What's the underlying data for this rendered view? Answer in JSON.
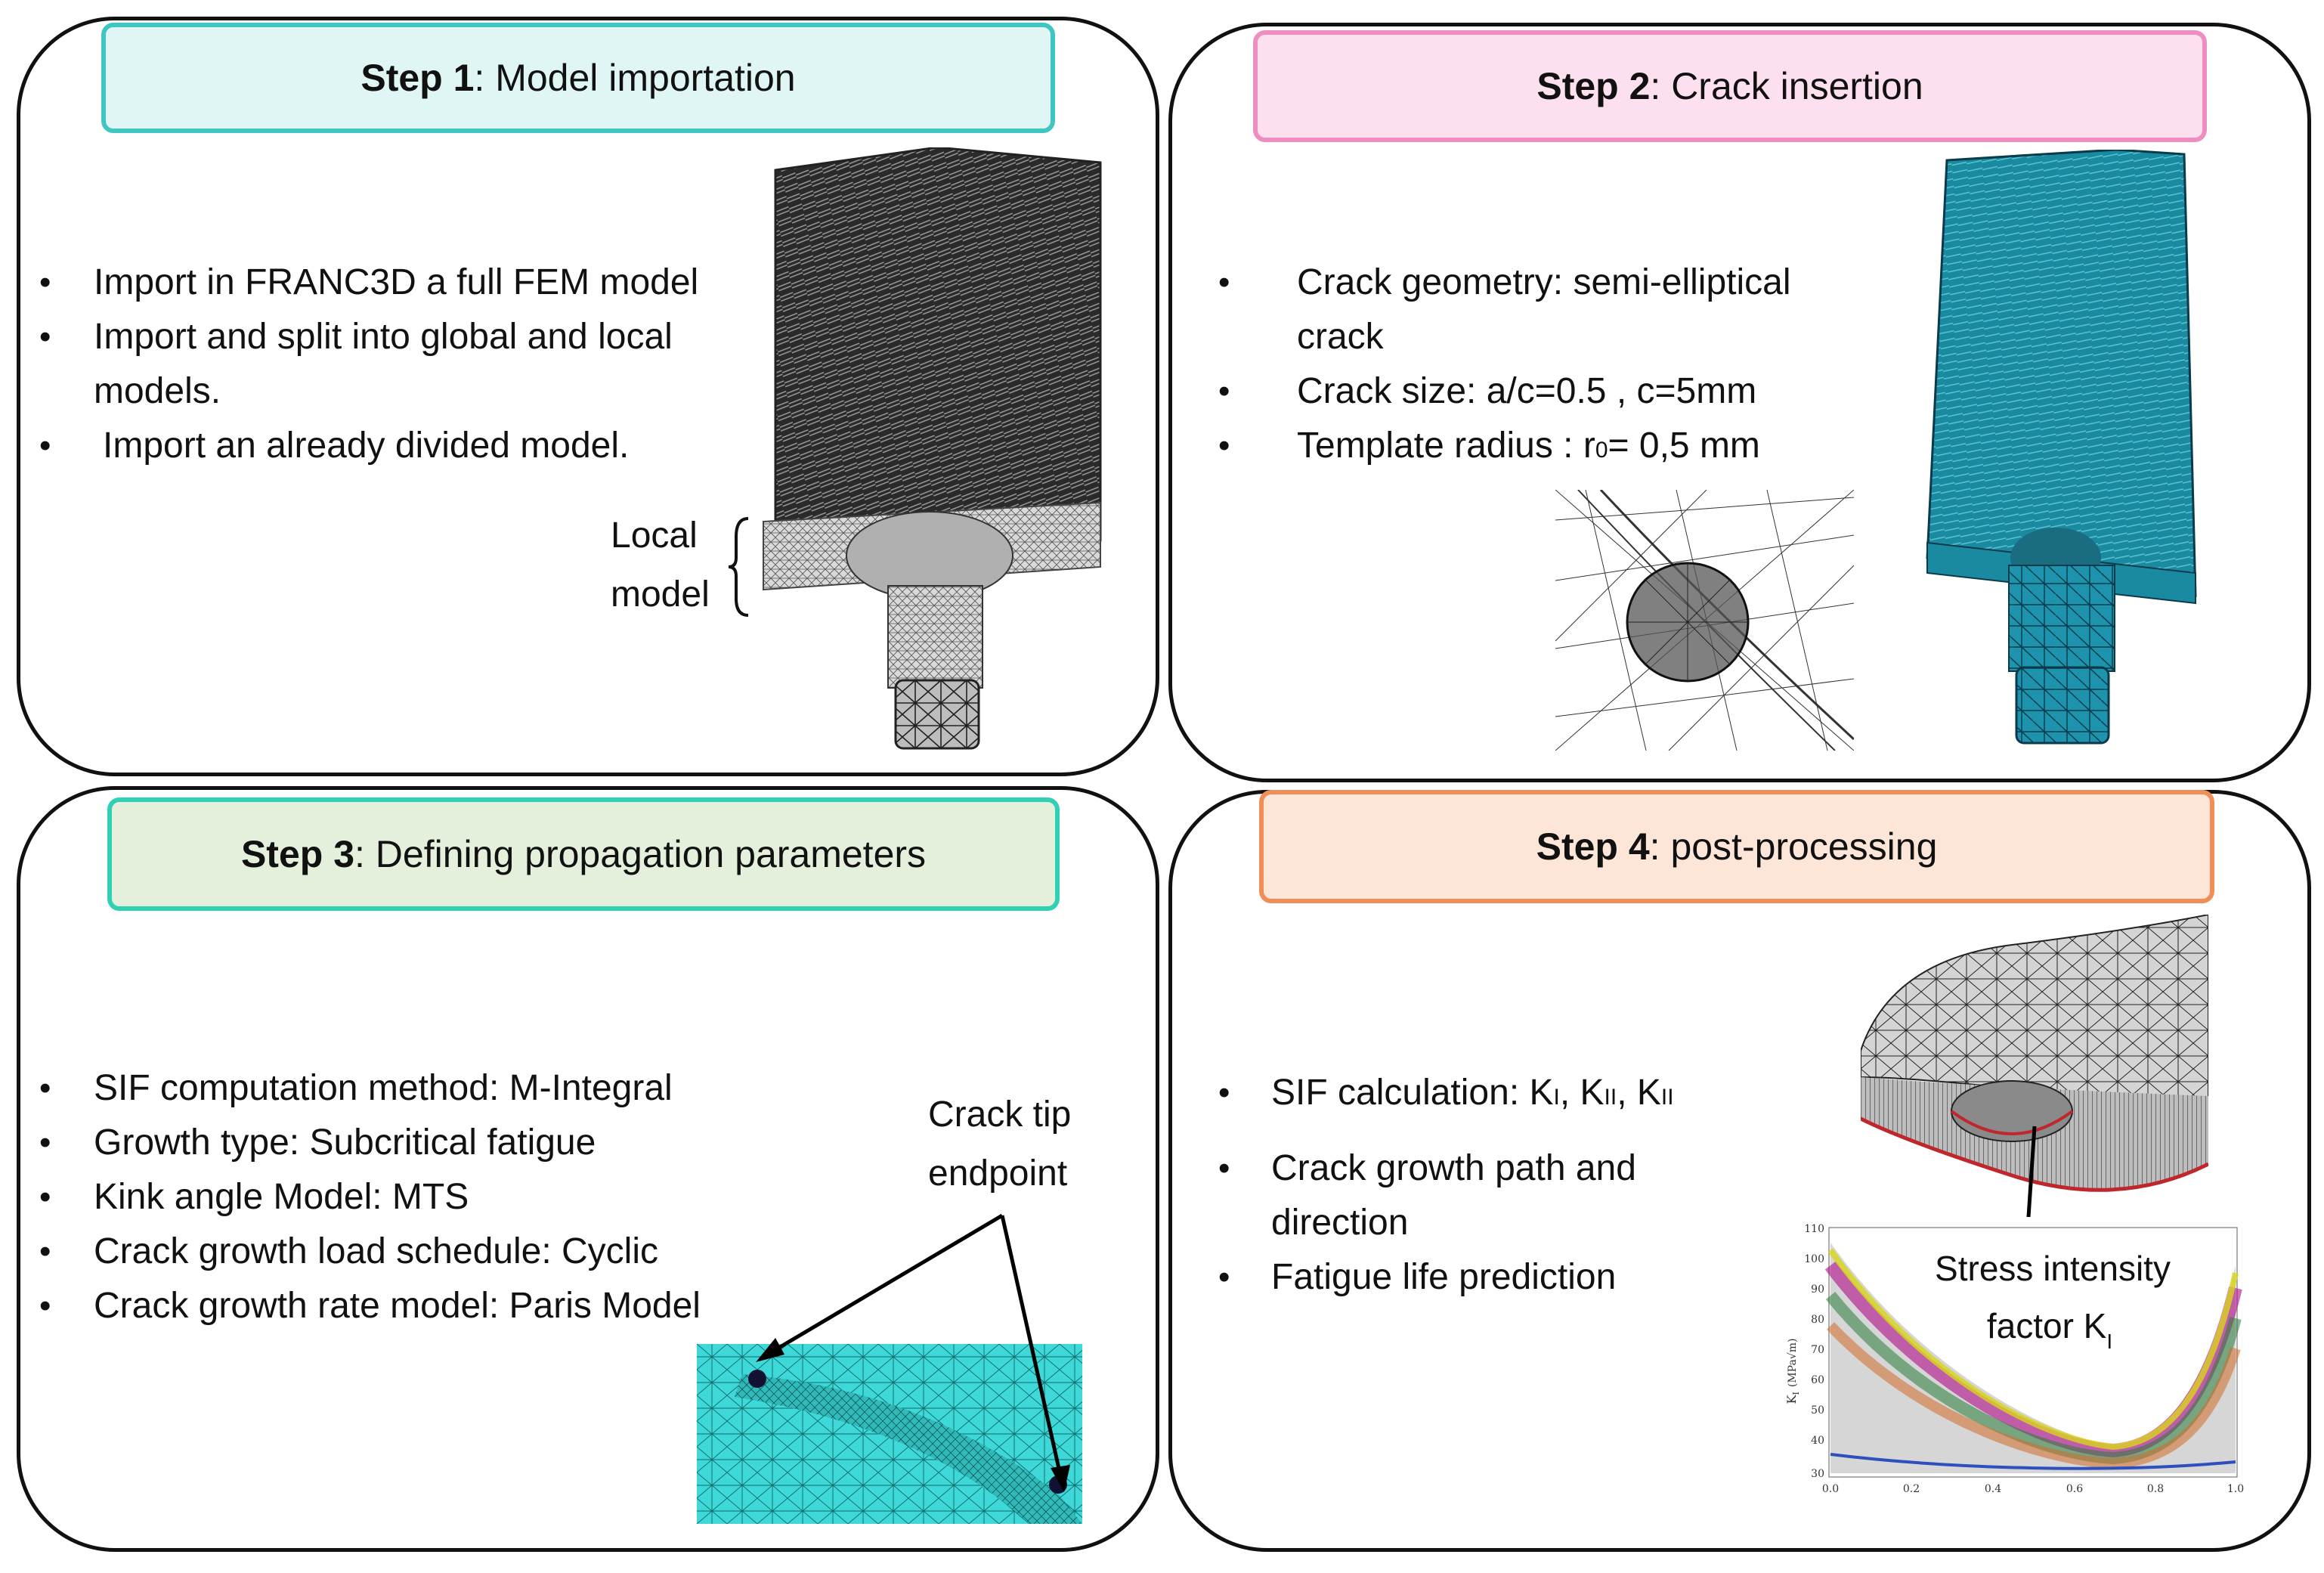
{
  "colors": {
    "step1_fill": "#dff6f5",
    "step1_border": "#3fc6c2",
    "step2_fill": "#fde0ef",
    "step2_border": "#ee8ec0",
    "step3_fill": "#e4efdc",
    "step3_border": "#2fd0b4",
    "step4_fill": "#fde6d8",
    "step4_border": "#ef8e58",
    "teal_mesh": "#1a8aa0",
    "cyan_mesh": "#3fd8d8"
  },
  "step1": {
    "title_bold": "Step 1",
    "title_rest": ": Model importation",
    "bullets": [
      "Import in FRANC3D a full FEM model",
      "Import and split into global and local models.",
      "Import an already divided model."
    ],
    "label_line1": "Local",
    "label_line2": "model"
  },
  "step2": {
    "title_bold": "Step 2",
    "title_rest": ": Crack insertion",
    "bullets": [
      "Crack geometry: semi-elliptical crack",
      "Crack size:  a/c=0.5 , c=5mm"
    ],
    "radius_prefix": "Template radius : r",
    "radius_sub": "0",
    "radius_suffix": "= 0,5 mm"
  },
  "step3": {
    "title_bold": "Step 3",
    "title_rest": ": Defining propagation parameters",
    "bullets": [
      "SIF computation method: M-Integral",
      "Growth type: Subcritical fatigue",
      "Kink angle Model: MTS",
      "Crack growth load schedule: Cyclic",
      "Crack growth rate model: Paris Model"
    ],
    "label_line1": "Crack tip",
    "label_line2": "endpoint"
  },
  "step4": {
    "title_bold": "Step 4",
    "title_rest": ": post-processing",
    "sif_prefix": "SIF calculation: K",
    "sif_sub1": "I",
    "sif_sep1": ", K",
    "sif_sub2": "II",
    "sif_sep2": ", K",
    "sif_sub3": "II",
    "bullets": [
      "Crack growth path and direction",
      "Fatigue life prediction"
    ],
    "chart_label_line1": "Stress intensity",
    "chart_label_line2_prefix": "factor K",
    "chart_label_line2_sub": "I",
    "chart_ylabel": "K",
    "chart_ylabel_sub": "I",
    "chart_ylabel_unit": "(MPa√m)",
    "chart_yticks": [
      "110",
      "100",
      "90",
      "80",
      "70",
      "60",
      "50",
      "40",
      "30"
    ],
    "chart_xticks": [
      "0.0",
      "0.2",
      "0.4",
      "0.6",
      "0.8",
      "1.0"
    ]
  }
}
